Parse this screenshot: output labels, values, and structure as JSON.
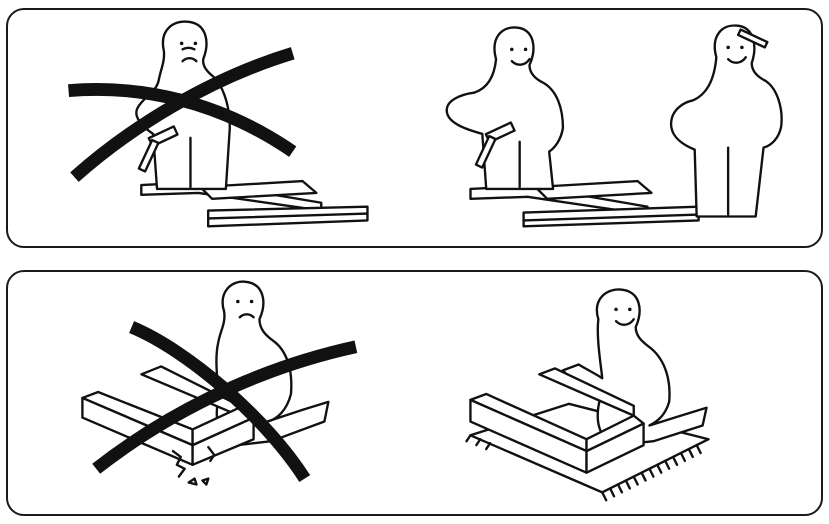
{
  "panels": [
    {
      "id": "top",
      "scenes": [
        {
          "id": "one-person-with-hammer",
          "prohibited": true
        },
        {
          "id": "two-people-together",
          "prohibited": false
        }
      ]
    },
    {
      "id": "bottom",
      "scenes": [
        {
          "id": "assembling-on-hard-floor-breaks-parts",
          "prohibited": true
        },
        {
          "id": "assembling-on-soft-rug",
          "prohibited": false
        }
      ]
    }
  ],
  "icons": [
    "person-icon",
    "hammer-icon",
    "board-stack-icon",
    "cross-mark-icon",
    "pencil-icon",
    "rug-icon",
    "frame-icon"
  ],
  "colors": {
    "ink": "#111111",
    "paper": "#ffffff"
  }
}
